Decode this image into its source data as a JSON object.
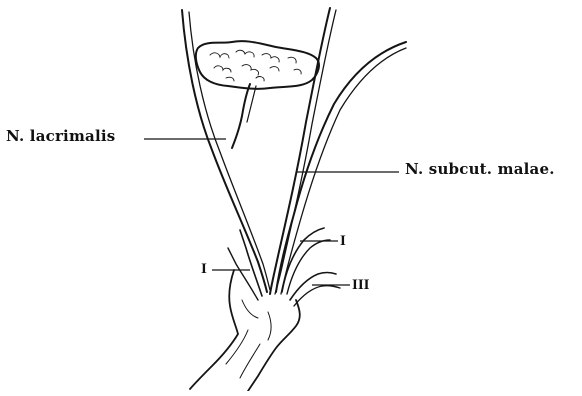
{
  "labels": {
    "lacrimalis": "N. lacrimalis",
    "subcut_malae": "N. subcut. malae.",
    "branch_left": "I",
    "branch_right_upper": "I",
    "branch_right_lower": "III"
  },
  "colors": {
    "ink": "#151515",
    "background": "#ffffff"
  }
}
